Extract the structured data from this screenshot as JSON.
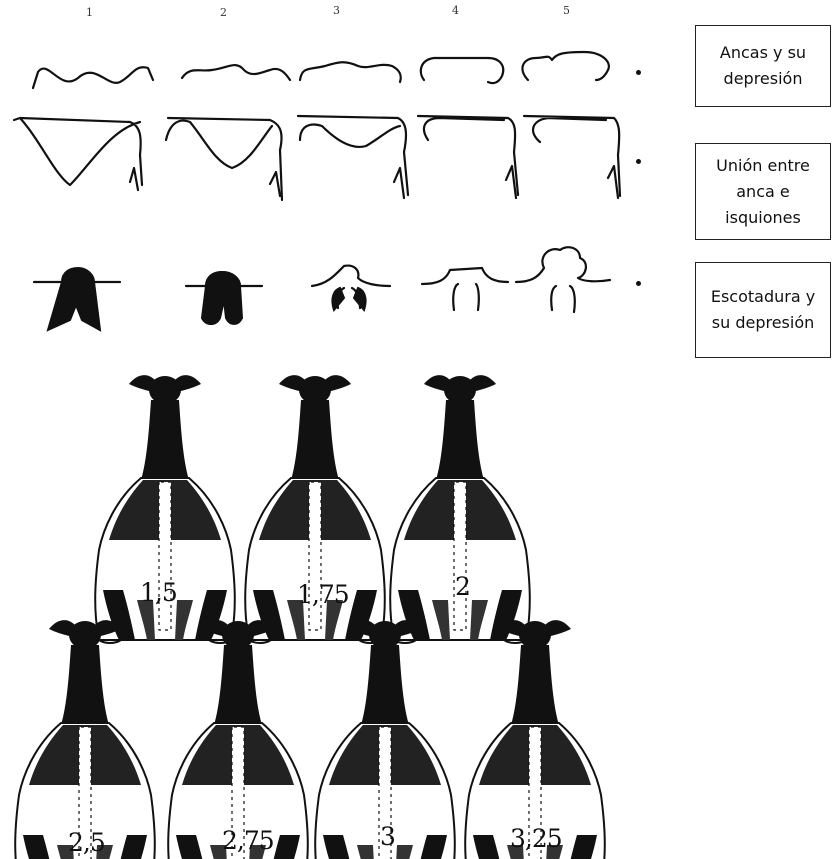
{
  "columns": [
    "1",
    "2",
    "3",
    "4",
    "5"
  ],
  "row_labels": [
    "Ancas y su depresión",
    "Unión entre anca e isquiones",
    "Escotadura y su depresión"
  ],
  "scores_top": [
    "1,5",
    "1,75",
    "2"
  ],
  "scores_bottom": [
    "2,5",
    "2,75",
    "3",
    "3,25"
  ],
  "icons": {
    "row_marker": "bullet-dot-icon",
    "cow_illustration": "cow-rear-view-icon"
  },
  "colors": {
    "ink": "#111111",
    "box_border": "#222222",
    "background": "#ffffff"
  }
}
